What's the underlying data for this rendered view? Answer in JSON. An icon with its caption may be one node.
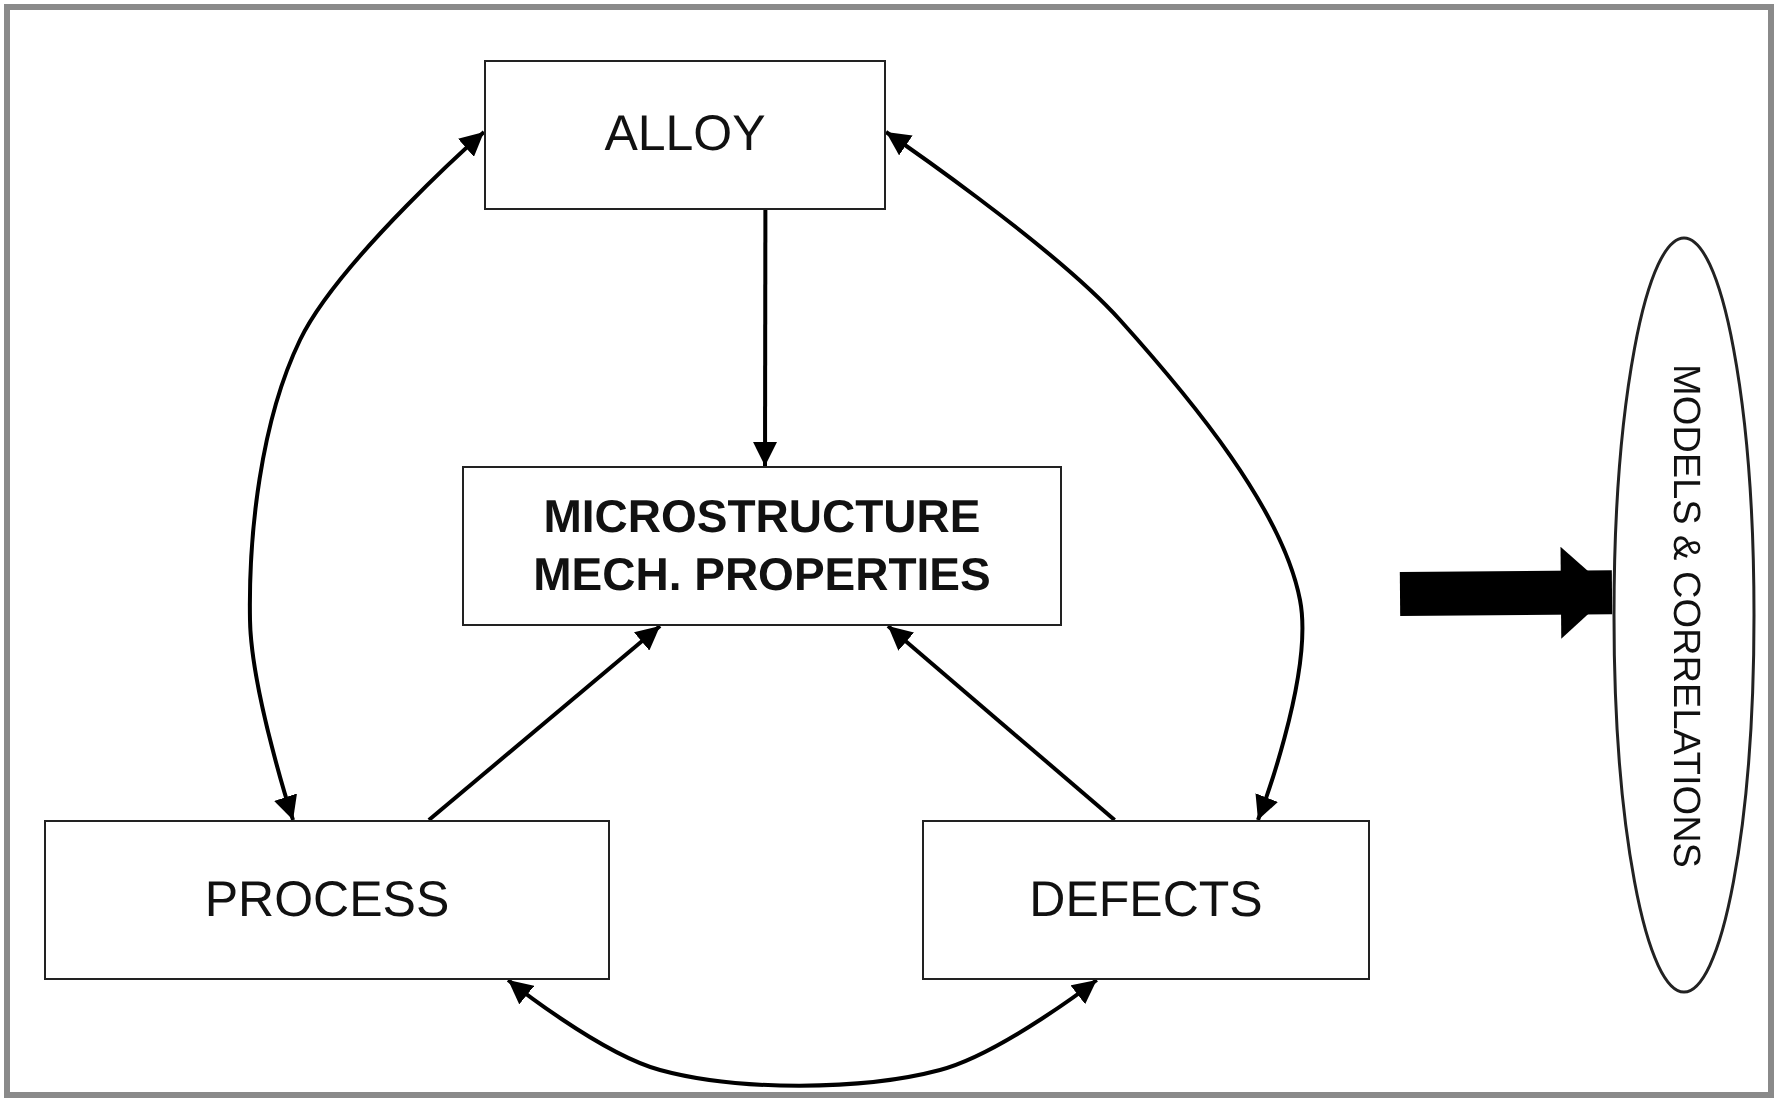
{
  "diagram": {
    "nodes": [
      {
        "text": [
          "ALLOY"
        ]
      },
      {
        "text": [
          "MICROSTRUCTURE MECH. PROPERTIES"
        ]
      },
      {
        "text": [
          "PROCESS"
        ]
      },
      {
        "text": [
          "DEFECTS"
        ]
      },
      {
        "text": [
          "MODELS & CORRELATIONS"
        ]
      }
    ],
    "edges": [
      {
        "from": 0,
        "to": 1,
        "arrow": "to"
      },
      {
        "from": 2,
        "to": 1,
        "arrow": "to"
      },
      {
        "from": 3,
        "to": 1,
        "arrow": "to"
      },
      {
        "from": 0,
        "to": 2,
        "arrow": "both"
      },
      {
        "from": 0,
        "to": 3,
        "arrow": "both"
      },
      {
        "from": 2,
        "to": 3,
        "arrow": "both"
      },
      {
        "from": null,
        "to": 4,
        "arrow": "to",
        "style": "thick"
      }
    ]
  }
}
